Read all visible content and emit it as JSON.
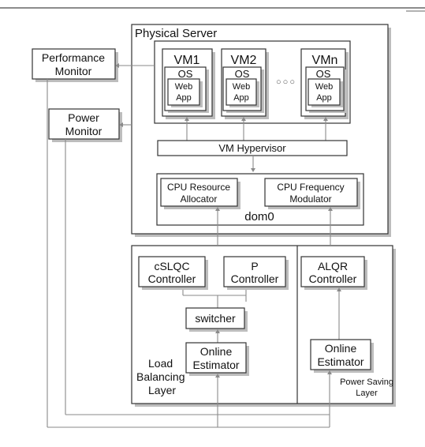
{
  "physical_server": {
    "title": "Physical Server"
  },
  "vms": [
    {
      "name": "VM1",
      "os": "OS",
      "app_line1": "Web",
      "app_line2": "App"
    },
    {
      "name": "VM2",
      "os": "OS",
      "app_line1": "Web",
      "app_line2": "App"
    },
    {
      "name": "VMn",
      "os": "OS",
      "app_line1": "Web",
      "app_line2": "App"
    }
  ],
  "vm_ellipsis": "○○○",
  "hypervisor": "VM Hypervisor",
  "dom0": {
    "label": "dom0",
    "cpu_resource_allocator": [
      "CPU Resource",
      "Allocator"
    ],
    "cpu_frequency_modulator": [
      "CPU Frequency",
      "Modulator"
    ]
  },
  "monitors": {
    "performance": [
      "Performance",
      "Monitor"
    ],
    "power": [
      "Power",
      "Monitor"
    ]
  },
  "load_balancing_layer": {
    "label": [
      "Load",
      "Balancing",
      "Layer"
    ],
    "cslqc": [
      "cSLQC",
      "Controller"
    ],
    "p": [
      "P",
      "Controller"
    ],
    "switcher": "switcher",
    "estimator": [
      "Online",
      "Estimator"
    ]
  },
  "power_saving_layer": {
    "label": [
      "Power Saving",
      "Layer"
    ],
    "alqr": [
      "ALQR",
      "Controller"
    ],
    "estimator": [
      "Online",
      "Estimator"
    ]
  }
}
